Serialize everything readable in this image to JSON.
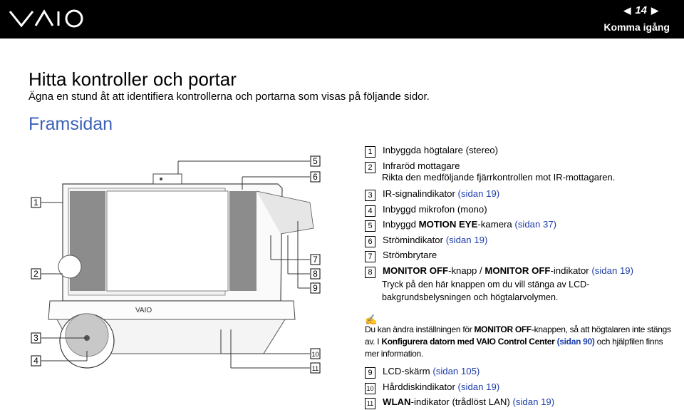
{
  "header": {
    "page_number": "14",
    "section": "Komma igång"
  },
  "title": "Hitta kontroller och portar",
  "intro": "Ägna en stund åt att identifiera kontrollerna och portarna som visas på följande sidor.",
  "subtitle": "Framsidan",
  "diagram_callouts": {
    "c1": "1",
    "c2": "2",
    "c3": "3",
    "c4": "4",
    "c5": "5",
    "c6": "6",
    "c7": "7",
    "c8": "8",
    "c9": "9",
    "c10": "10",
    "c11": "11"
  },
  "items": {
    "i1": {
      "num": "1",
      "text": "Inbyggda högtalare (stereo)"
    },
    "i2": {
      "num": "2",
      "text": "Infraröd mottagare",
      "sub": "Rikta den medföljande fjärrkontrollen mot IR-mottagaren."
    },
    "i3": {
      "num": "3",
      "text": "IR-signalindikator ",
      "link": "(sidan 19)"
    },
    "i4": {
      "num": "4",
      "text": "Inbyggd mikrofon (mono)"
    },
    "i5": {
      "num": "5",
      "pre": "Inbyggd ",
      "bold": "MOTION EYE",
      "text": "-kamera ",
      "link": "(sidan 37)"
    },
    "i6": {
      "num": "6",
      "text": "Strömindikator ",
      "link": "(sidan 19)"
    },
    "i7": {
      "num": "7",
      "text": "Strömbrytare"
    },
    "i8": {
      "num": "8",
      "bold1": "MONITOR OFF",
      "mid": "-knapp / ",
      "bold2": "MONITOR OFF",
      "text": "-indikator ",
      "link": "(sidan 19)",
      "sub": "Tryck på den här knappen om du vill stänga av LCD-bakgrundsbelysningen och högtalarvolymen."
    },
    "i9": {
      "num": "9",
      "text": "LCD-skärm ",
      "link": "(sidan 105)"
    },
    "i10": {
      "num": "10",
      "text": "Hårddiskindikator ",
      "link": "(sidan 19)"
    },
    "i11": {
      "num": "11",
      "bold": "WLAN",
      "text": "-indikator (trådlöst LAN) ",
      "link": "(sidan 19)"
    }
  },
  "note": {
    "icon": "✍",
    "p1": "Du kan ändra inställningen för ",
    "b1": "MONITOR OFF",
    "p2": "-knappen, så att högtalaren inte stängs av. I ",
    "b2": "Konfigurera datorn med VAIO Control Center",
    "p3": " ",
    "link": "(sidan 90)",
    "p4": " och hjälpfilen finns mer information."
  },
  "logo_text": "VAIO",
  "colors": {
    "header_bg": "#000000",
    "accent_blue": "#3d62b8",
    "link_blue": "#1f3fa8"
  }
}
